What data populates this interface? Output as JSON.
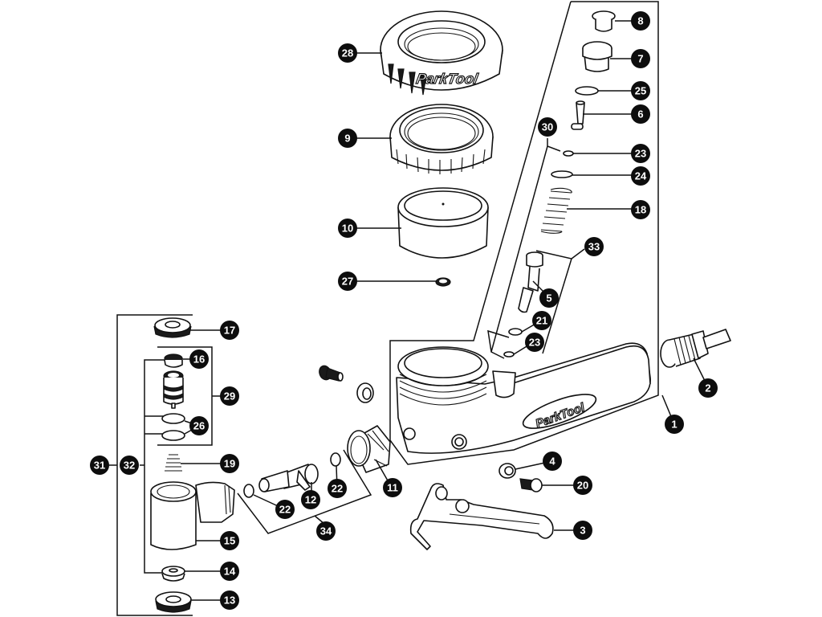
{
  "diagram": {
    "title": "Exploded parts diagram",
    "brand_logo": "ParkTool",
    "colors": {
      "line": "#111111",
      "badge": "#0d0d0d",
      "badge_text": "#ffffff",
      "background": "#ffffff"
    },
    "callouts": [
      {
        "id": "c1",
        "label": "1"
      },
      {
        "id": "c2",
        "label": "2"
      },
      {
        "id": "c3",
        "label": "3"
      },
      {
        "id": "c4",
        "label": "4"
      },
      {
        "id": "c5",
        "label": "5"
      },
      {
        "id": "c6",
        "label": "6"
      },
      {
        "id": "c7",
        "label": "7"
      },
      {
        "id": "c8",
        "label": "8"
      },
      {
        "id": "c9",
        "label": "9"
      },
      {
        "id": "c10",
        "label": "10"
      },
      {
        "id": "c11",
        "label": "11"
      },
      {
        "id": "c12",
        "label": "12"
      },
      {
        "id": "c13",
        "label": "13"
      },
      {
        "id": "c14",
        "label": "14"
      },
      {
        "id": "c15",
        "label": "15"
      },
      {
        "id": "c16",
        "label": "16"
      },
      {
        "id": "c17",
        "label": "17"
      },
      {
        "id": "c18",
        "label": "18"
      },
      {
        "id": "c19",
        "label": "19"
      },
      {
        "id": "c20",
        "label": "20"
      },
      {
        "id": "c21",
        "label": "21"
      },
      {
        "id": "c22a",
        "label": "22"
      },
      {
        "id": "c22b",
        "label": "22"
      },
      {
        "id": "c23a",
        "label": "23"
      },
      {
        "id": "c23b",
        "label": "23"
      },
      {
        "id": "c24",
        "label": "24"
      },
      {
        "id": "c25",
        "label": "25"
      },
      {
        "id": "c26",
        "label": "26"
      },
      {
        "id": "c27",
        "label": "27"
      },
      {
        "id": "c28",
        "label": "28"
      },
      {
        "id": "c29",
        "label": "29"
      },
      {
        "id": "c30",
        "label": "30"
      },
      {
        "id": "c31",
        "label": "31"
      },
      {
        "id": "c32",
        "label": "32"
      },
      {
        "id": "c33",
        "label": "33"
      },
      {
        "id": "c34",
        "label": "34"
      }
    ]
  }
}
